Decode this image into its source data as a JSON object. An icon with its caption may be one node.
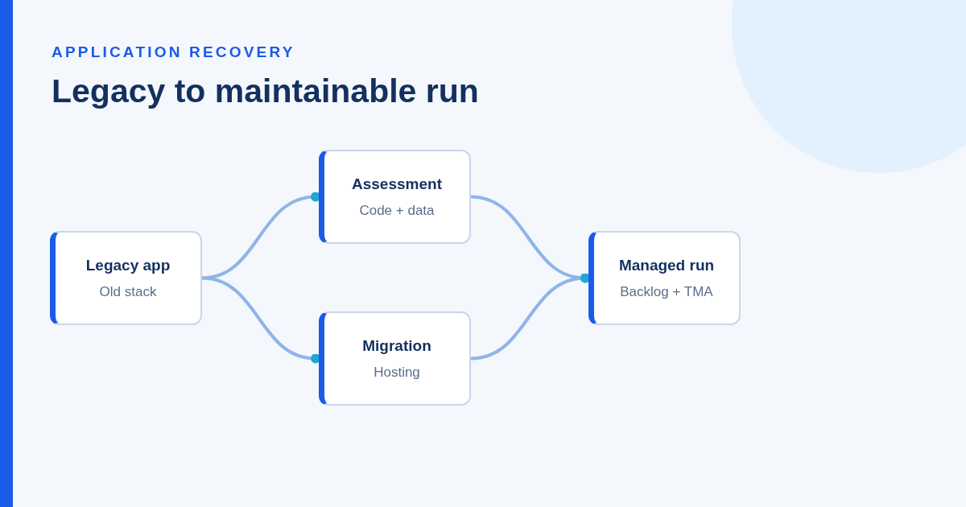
{
  "diagram": {
    "title": "Legacy to maintainable run",
    "nodes": [
      {
        "text": [
          "Legacy app",
          "Old stack"
        ]
      },
      {
        "text": [
          "Assessment",
          "Code + data"
        ]
      },
      {
        "text": [
          "Migration",
          "Hosting"
        ]
      },
      {
        "text": [
          "Managed run",
          "Backlog + TMA"
        ]
      },
      {
        "text": [],
        "shape": "bar"
      }
    ],
    "edges": [
      {
        "from": 0,
        "to": 1,
        "arrow": "other"
      },
      {
        "from": 0,
        "to": 2,
        "arrow": "other"
      },
      {
        "from": 1,
        "to": 3,
        "arrow": "other"
      },
      {
        "from": 2,
        "to": 3,
        "arrow": "other"
      }
    ],
    "labels": [
      "APPLICATION RECOVERY"
    ]
  }
}
